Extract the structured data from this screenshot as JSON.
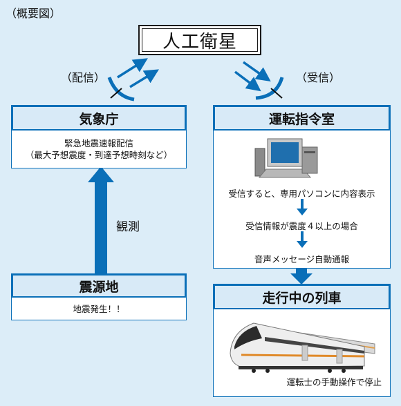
{
  "overview_label": "（概要図）",
  "satellite": "人工衛星",
  "left_arrow_label": "（配信）",
  "right_arrow_label": "（受信）",
  "jma": {
    "title": "気象庁",
    "line1": "緊急地震速報配信",
    "line2": "（最大予想震度・到達予想時刻など）"
  },
  "observation_label": "観測",
  "epicenter": {
    "title": "震源地",
    "text": "地震発生！！"
  },
  "control_room": {
    "title": "運転指令室",
    "step1": "受信すると、専用パソコンに内容表示",
    "step2": "受信情報が震度４以上の場合",
    "step3": "音声メッセージ自動通報"
  },
  "train": {
    "title": "走行中の列車",
    "caption": "運転士の手動操作で停止"
  },
  "colors": {
    "background": "#dcedf8",
    "accent": "#0a6fb8",
    "header_fill": "#d8eaf7"
  }
}
